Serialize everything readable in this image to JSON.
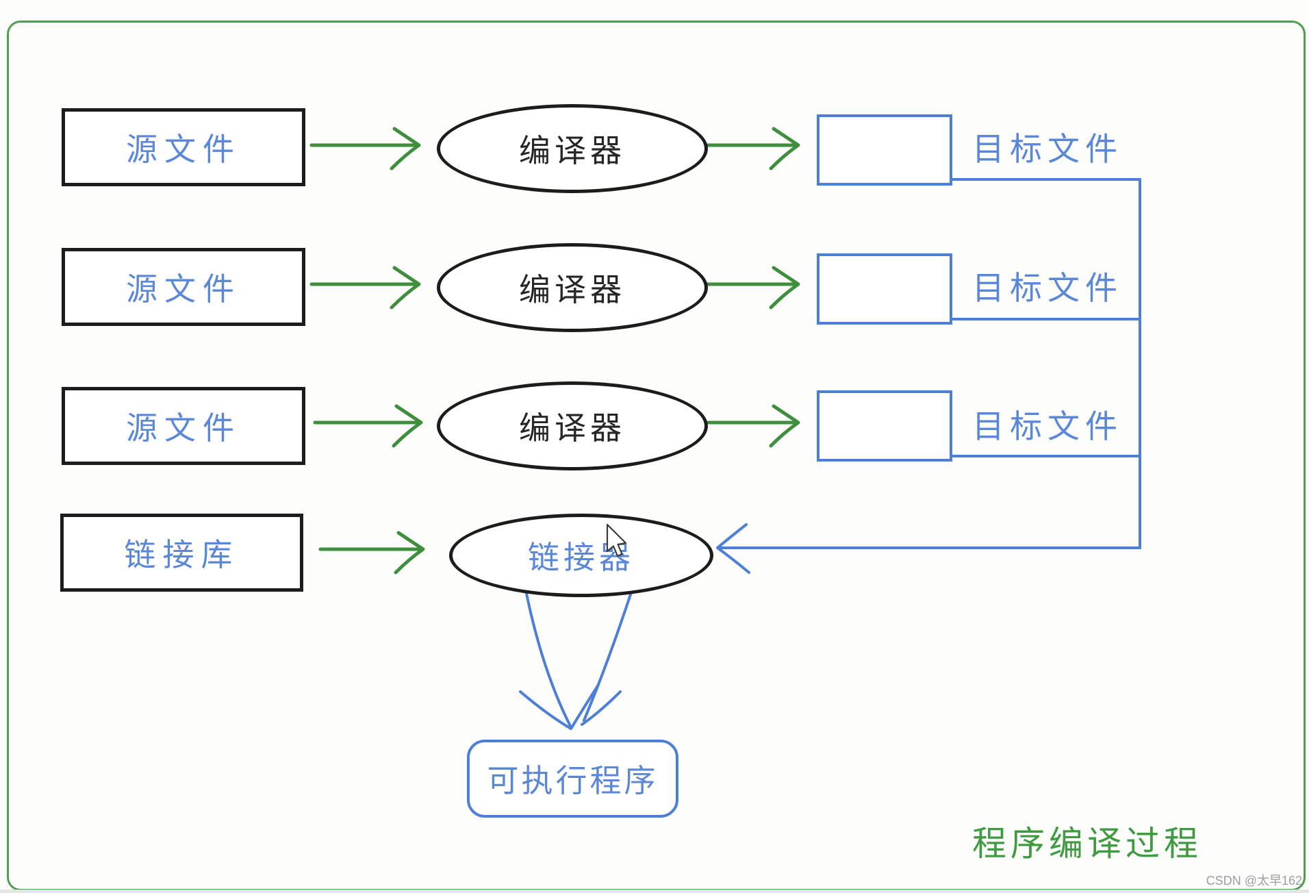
{
  "diagram": {
    "caption": "程序编译过程",
    "rows": [
      {
        "source": "源文件",
        "process": "编译器",
        "output": "目标文件"
      },
      {
        "source": "源文件",
        "process": "编译器",
        "output": "目标文件"
      },
      {
        "source": "源文件",
        "process": "编译器",
        "output": "目标文件"
      }
    ],
    "link_row": {
      "source": "链接库",
      "process": "链接器"
    },
    "result": "可执行程序"
  },
  "page": {
    "watermark": "CSDN @太早162"
  },
  "colors": {
    "frame_green": "#4f9d51",
    "arrow_green": "#3e8e3e",
    "line_blue": "#4d7fd6",
    "text_blue": "#5b87d8",
    "shape_black": "#1c1c1c",
    "caption_green": "#3f9b3f",
    "watermark_gray": "#9b9fa3"
  },
  "icons": {
    "mouse_cursor": "mouse-cursor-icon"
  }
}
